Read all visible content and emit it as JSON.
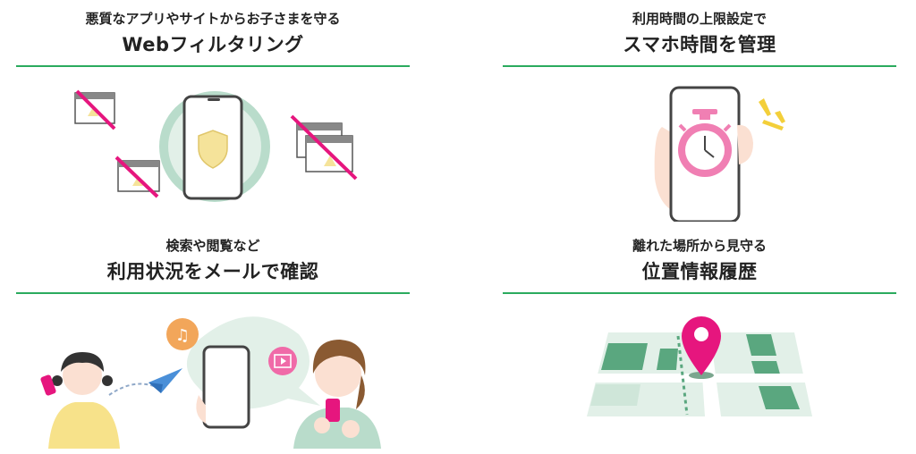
{
  "features": [
    {
      "subtitle": "悪質なアプリやサイトからお子さまを守る",
      "title": "Webフィルタリング",
      "illustration": "web-filter-illustration"
    },
    {
      "subtitle": "利用時間の上限設定で",
      "title": "スマホ時間を管理",
      "illustration": "screen-time-illustration"
    },
    {
      "subtitle": "検索や閲覧など",
      "title": "利用状況をメールで確認",
      "illustration": "usage-email-illustration"
    },
    {
      "subtitle": "離れた場所から見守る",
      "title": "位置情報履歴",
      "illustration": "location-history-illustration"
    }
  ],
  "colors": {
    "accent_green": "#2bab5e",
    "magenta": "#e6167e",
    "shield_yellow": "#f5e39a",
    "halo_green": "#b9dccb",
    "map_green": "#5aa77f",
    "map_light": "#e2f0e8",
    "timer_pink": "#f07fb3",
    "music_orange": "#f2a65a",
    "video_pink": "#f06aa8",
    "plane_blue": "#4a8fd8"
  }
}
